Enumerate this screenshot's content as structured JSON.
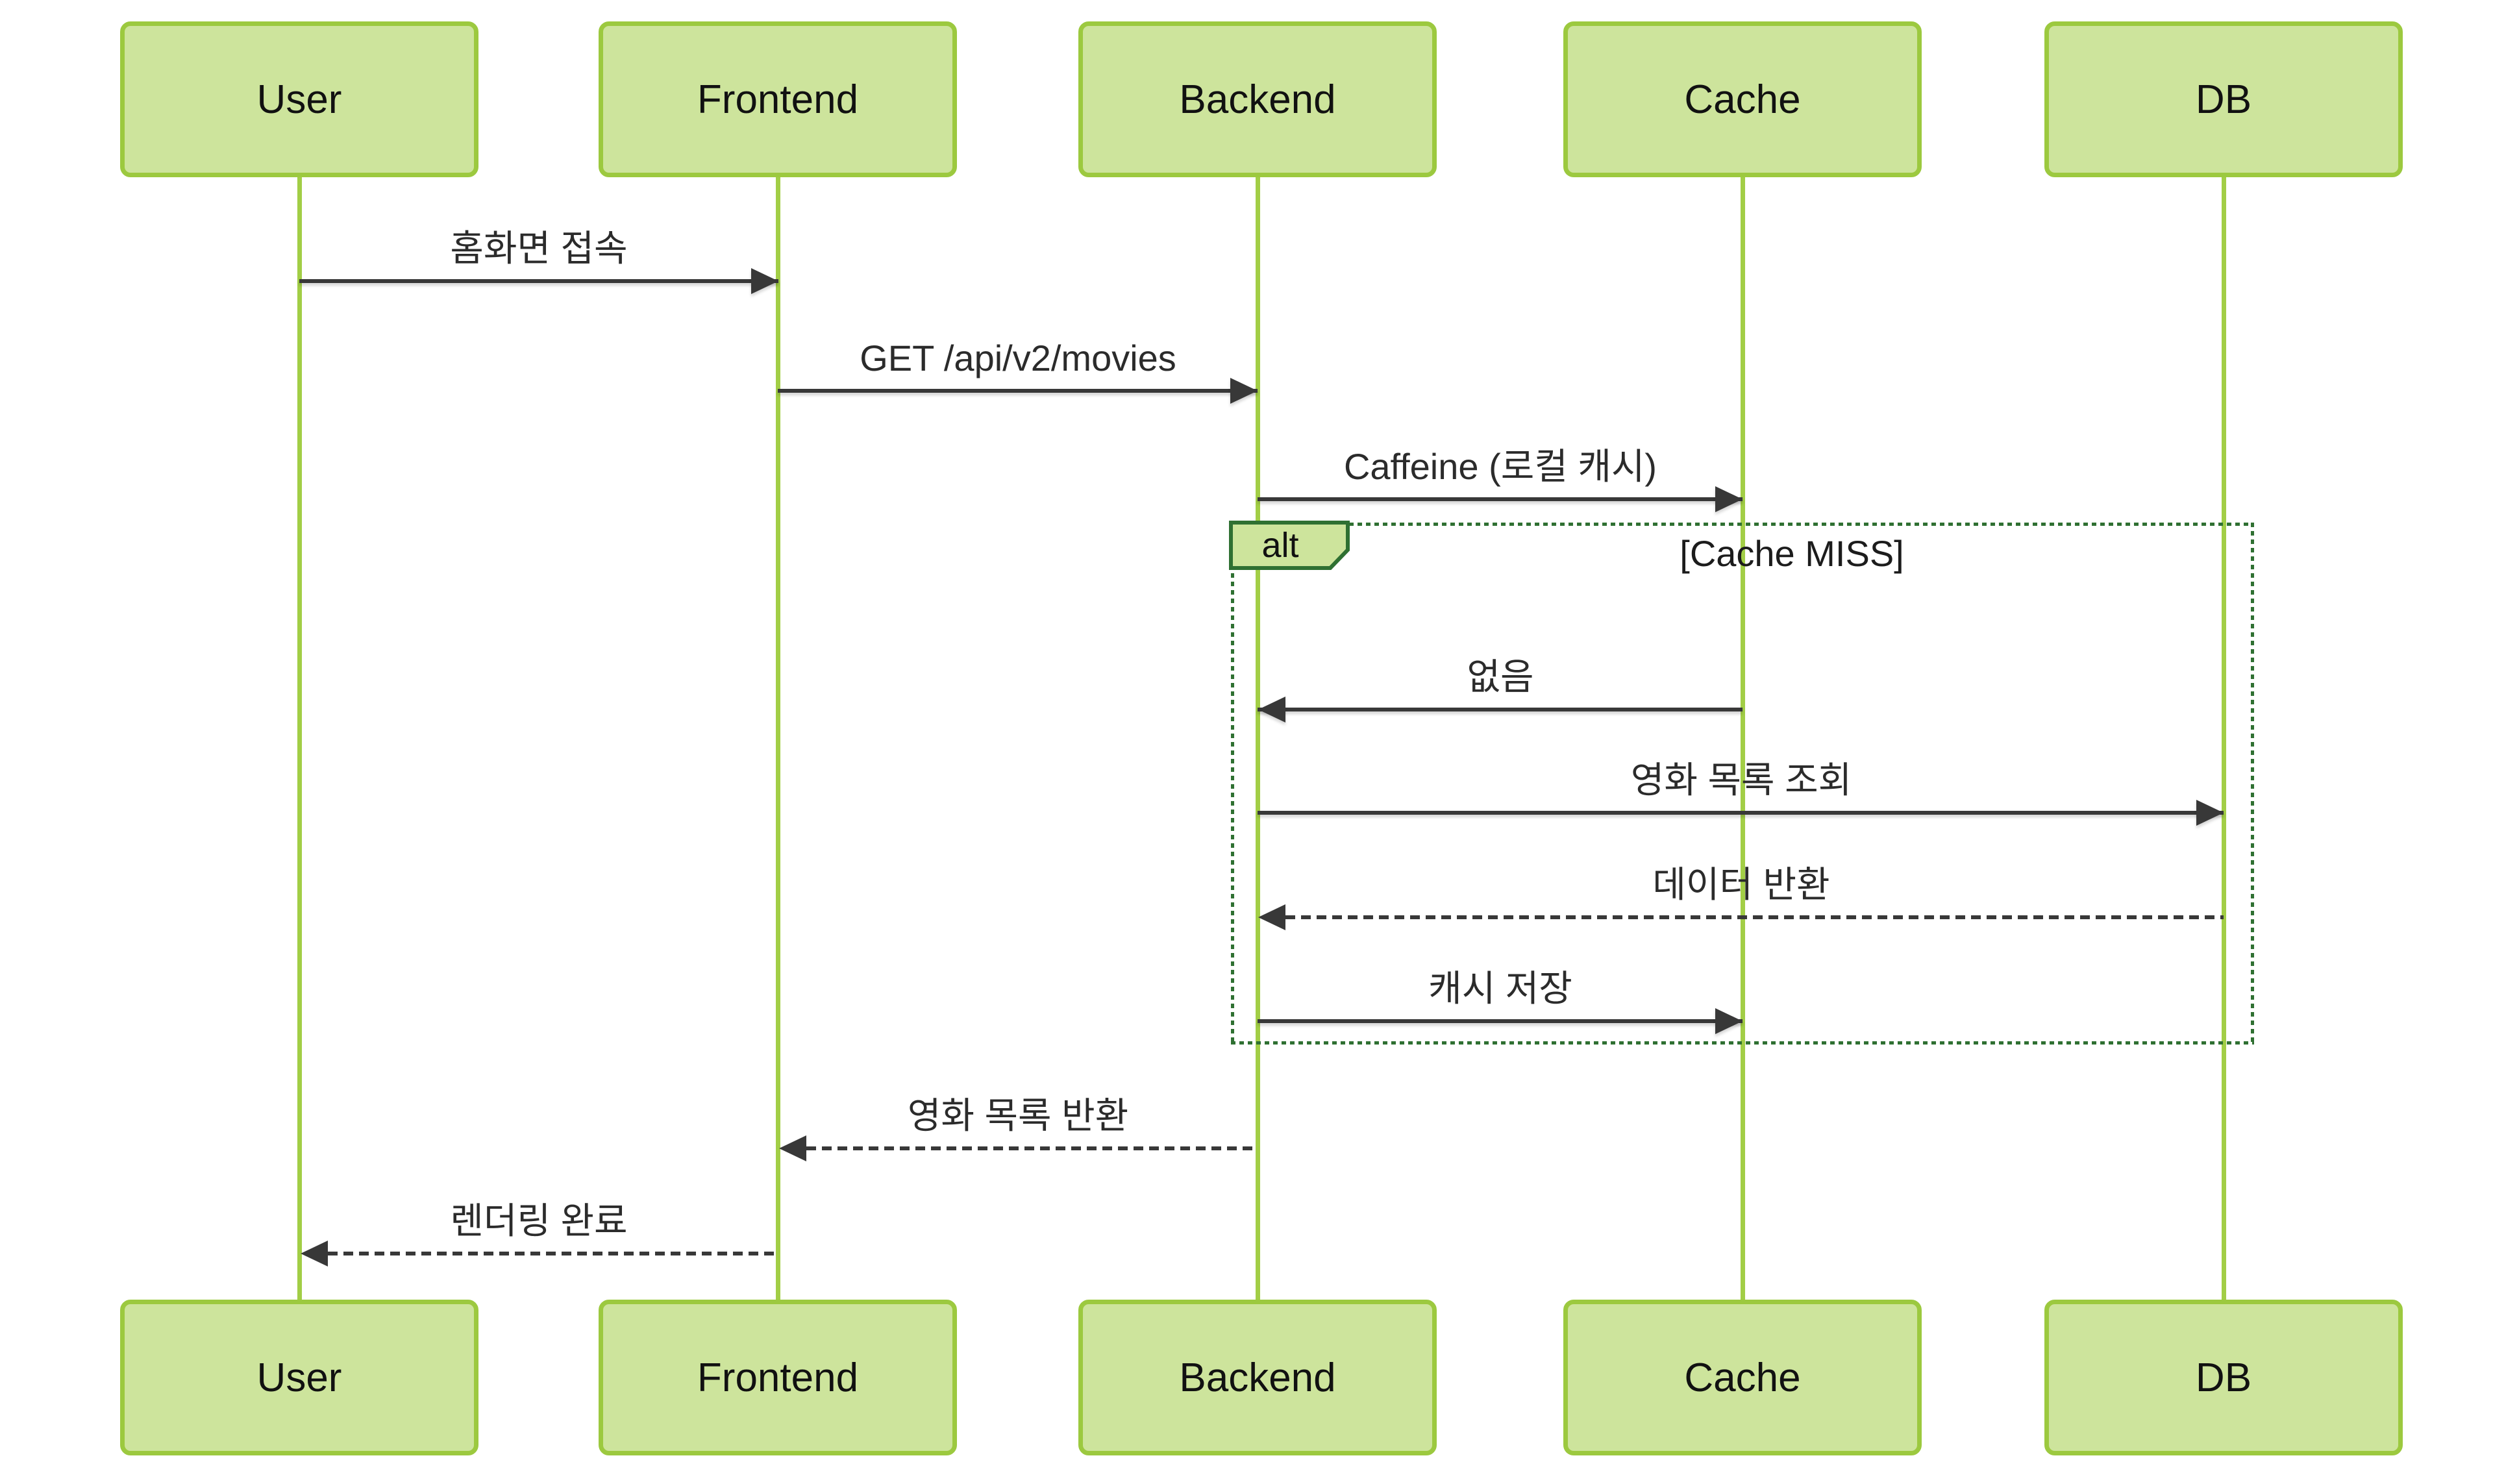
{
  "diagram_type": "sequence-diagram",
  "participants": [
    {
      "name": "User"
    },
    {
      "name": "Frontend"
    },
    {
      "name": "Backend"
    },
    {
      "name": "Cache"
    },
    {
      "name": "DB"
    }
  ],
  "messages": [
    {
      "from": "User",
      "to": "Frontend",
      "label": "홈화면 접속",
      "line": "solid",
      "direction": "right"
    },
    {
      "from": "Frontend",
      "to": "Backend",
      "label": "GET /api/v2/movies",
      "line": "solid",
      "direction": "right"
    },
    {
      "from": "Backend",
      "to": "Cache",
      "label": "Caffeine (로컬 캐시)",
      "line": "solid",
      "direction": "right"
    },
    {
      "from": "Cache",
      "to": "Backend",
      "label": "없음",
      "line": "solid",
      "direction": "left"
    },
    {
      "from": "Backend",
      "to": "DB",
      "label": "영화 목록 조회",
      "line": "solid",
      "direction": "right"
    },
    {
      "from": "DB",
      "to": "Backend",
      "label": "데이터 반환",
      "line": "dashed",
      "direction": "left"
    },
    {
      "from": "Backend",
      "to": "Cache",
      "label": "캐시 저장",
      "line": "solid",
      "direction": "right"
    },
    {
      "from": "Backend",
      "to": "Frontend",
      "label": "영화 목록 반환",
      "line": "dashed",
      "direction": "left"
    },
    {
      "from": "Frontend",
      "to": "User",
      "label": "렌더링 완료",
      "line": "dashed",
      "direction": "left"
    }
  ],
  "alt_frame": {
    "operator": "alt",
    "condition": "[Cache MISS]"
  },
  "colors": {
    "actor_fill": "#cde49c",
    "actor_border": "#9cc93f",
    "lifeline": "#a2ce46",
    "frame_border": "#2f7032",
    "arrow": "#383838",
    "text": "#222222",
    "background": "#ffffff"
  }
}
